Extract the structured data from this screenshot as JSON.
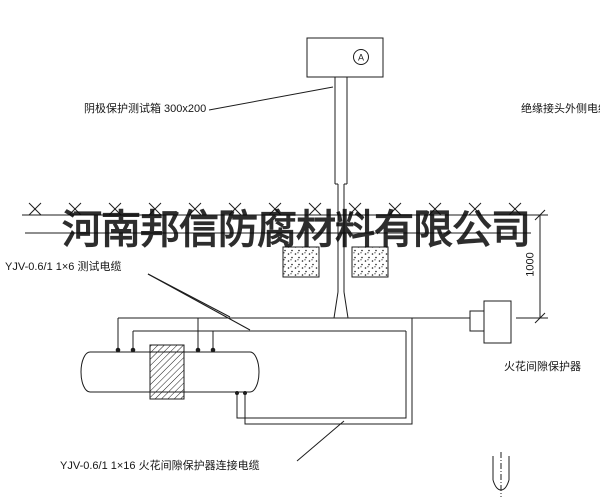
{
  "watermark": {
    "text": "河南邦信防腐材料有限公司"
  },
  "diagram": {
    "labels": {
      "test_box": "阴极保护测试箱 300x200",
      "outer_cable": "绝缘接头外侧电缆",
      "test_cable": "YJV-0.6/1 1×6  测试电缆",
      "spark_gap_protector": "火花间隙保护器",
      "connection_cable": "YJV-0.6/1 1×16  火花间隙保护器连接电缆",
      "ammeter": "A",
      "dimension_1000": "1000"
    },
    "colors": {
      "line": "#1c1c1c",
      "watermark": "#111111"
    }
  }
}
